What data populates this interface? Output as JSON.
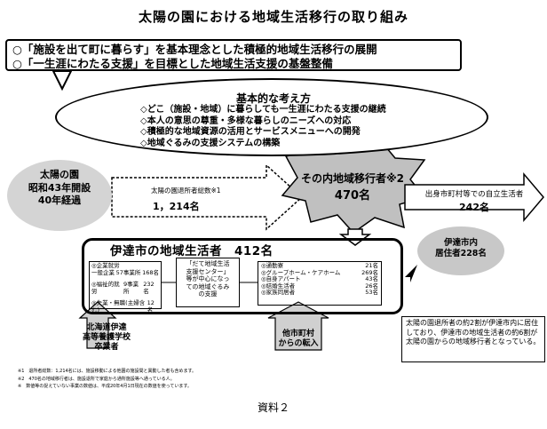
{
  "title": "太陽の園における地域生活移行の取り組み",
  "banner": {
    "line1": "○「施設を出て町に暮らす」を基本理念とした積極的地域生活移行の展開",
    "line2": "○「一生涯にわたる支援」を目標とした地域生活支援の基盤整備"
  },
  "basic": {
    "title": "基本的な考え方",
    "items": [
      "◇どこ（施設・地域）に暮らしても一生涯にわたる支援の継続",
      "◇本人の意思の尊重・多様な暮らしのニーズへの対応",
      "◇積極的な地域資源の活用とサービスメニューへの開発",
      "◇地域ぐるみの支援システムの構築"
    ]
  },
  "origin": {
    "line1": "太陽の園",
    "line2": "昭和43年開設",
    "line3": "40年経過"
  },
  "total": {
    "label": "太陽の園退所者総数※1",
    "value": "1，214名"
  },
  "transition": {
    "label": "その内地域移行者※2",
    "value": "470名"
  },
  "self_support": {
    "label": "出身市町村等での自立生活者",
    "value": "242名"
  },
  "date_residents": {
    "line1": "伊達市内",
    "line2": "居住者228名"
  },
  "main": {
    "title": "伊達市の地域生活者　412名",
    "left": {
      "h1": "◎企業就労",
      "r1_label": "一般企業",
      "r1_mid": "57事業所",
      "r1_num": "168名",
      "h2": "◎福祉的就労",
      "r2_mid": "9事業所",
      "r2_num": "232名",
      "h3": "◎失業・無職(主婦含む)",
      "r3_num": "12名"
    },
    "center": {
      "l1": "「だて地域生活",
      "l2": "支援センター」",
      "l3": "等が中心になっ",
      "l4": "ての地域ぐるみ",
      "l5": "の支援"
    },
    "right": {
      "r1_label": "◎通勤寮",
      "r1_num": "21名",
      "r2_label": "◎グループホーム・ケアホーム",
      "r2_num": "269名",
      "r3_label": "◎自身アパート",
      "r3_num": "43名",
      "r4_label": "◎結婚生活者",
      "r4_num": "26名",
      "r5_label": "◎家族同居者",
      "r5_num": "53名"
    }
  },
  "note": {
    "text": "太陽の園退所者の約2割が伊達市内に居住しており、伊達市の地域生活者の約6割が太陽の園からの地域移行者となっている。"
  },
  "hs": {
    "line1": "北海道伊達",
    "line2": "高等養護学校",
    "line3": "卒業者"
  },
  "other": {
    "line1": "他市町村",
    "line2": "からの転入"
  },
  "footnotes": {
    "f1": "※1　退所者総数：1,214名には、施設移動による他園の施設間と異動した者も含めます。",
    "f2": "※2　470名の地域移行者は、施設退所で家庭から通所施設等へ通っている人。",
    "f3": "※　数値等の捉えていない事業の数値は、平成20年4月1日現在の数値を使っています。"
  },
  "bottom_label": "資料２"
}
